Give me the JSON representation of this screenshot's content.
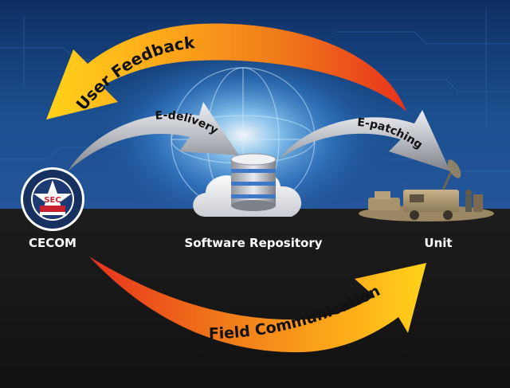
{
  "diagram": {
    "nodes": {
      "cecom": {
        "label": "CECOM",
        "emblem_text": "SEC"
      },
      "repository": {
        "label": "Software Repository"
      },
      "unit": {
        "label": "Unit"
      }
    },
    "arrows": {
      "user_feedback": {
        "label": "User Feedback"
      },
      "e_delivery": {
        "label": "E-delivery"
      },
      "e_patching": {
        "label": "E-patching"
      },
      "field_communication": {
        "label": "Field Communication"
      }
    }
  },
  "colors": {
    "background_dark": "#151414",
    "background_blue": "#1b4f8f",
    "globe_glow": "#9ad8ff",
    "arrow_orange": "#f07a1a",
    "arrow_yellow": "#ffd21a",
    "arrow_red": "#e8321d",
    "arrow_silver": "#b9bcc2",
    "db_blue": "#3e78c8",
    "emblem_navy": "#17305f"
  }
}
